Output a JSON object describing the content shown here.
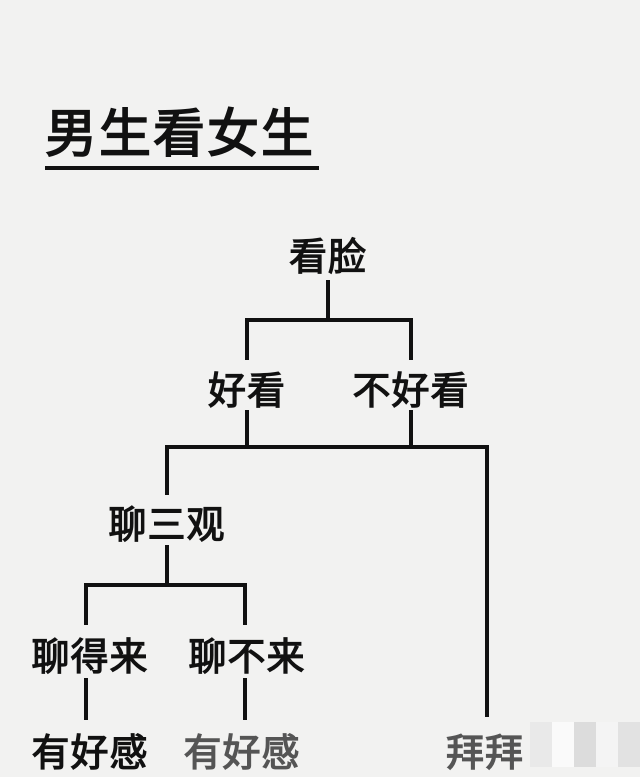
{
  "title": "男生看女生",
  "nodes": {
    "root": "看脸",
    "good_looking": "好看",
    "not_good_looking": "不好看",
    "values": "聊三观",
    "compatible": "聊得来",
    "incompatible": "聊不来",
    "compatible_result": "有好感",
    "incompatible_result": "有好感",
    "reject_result": "拜拜"
  }
}
